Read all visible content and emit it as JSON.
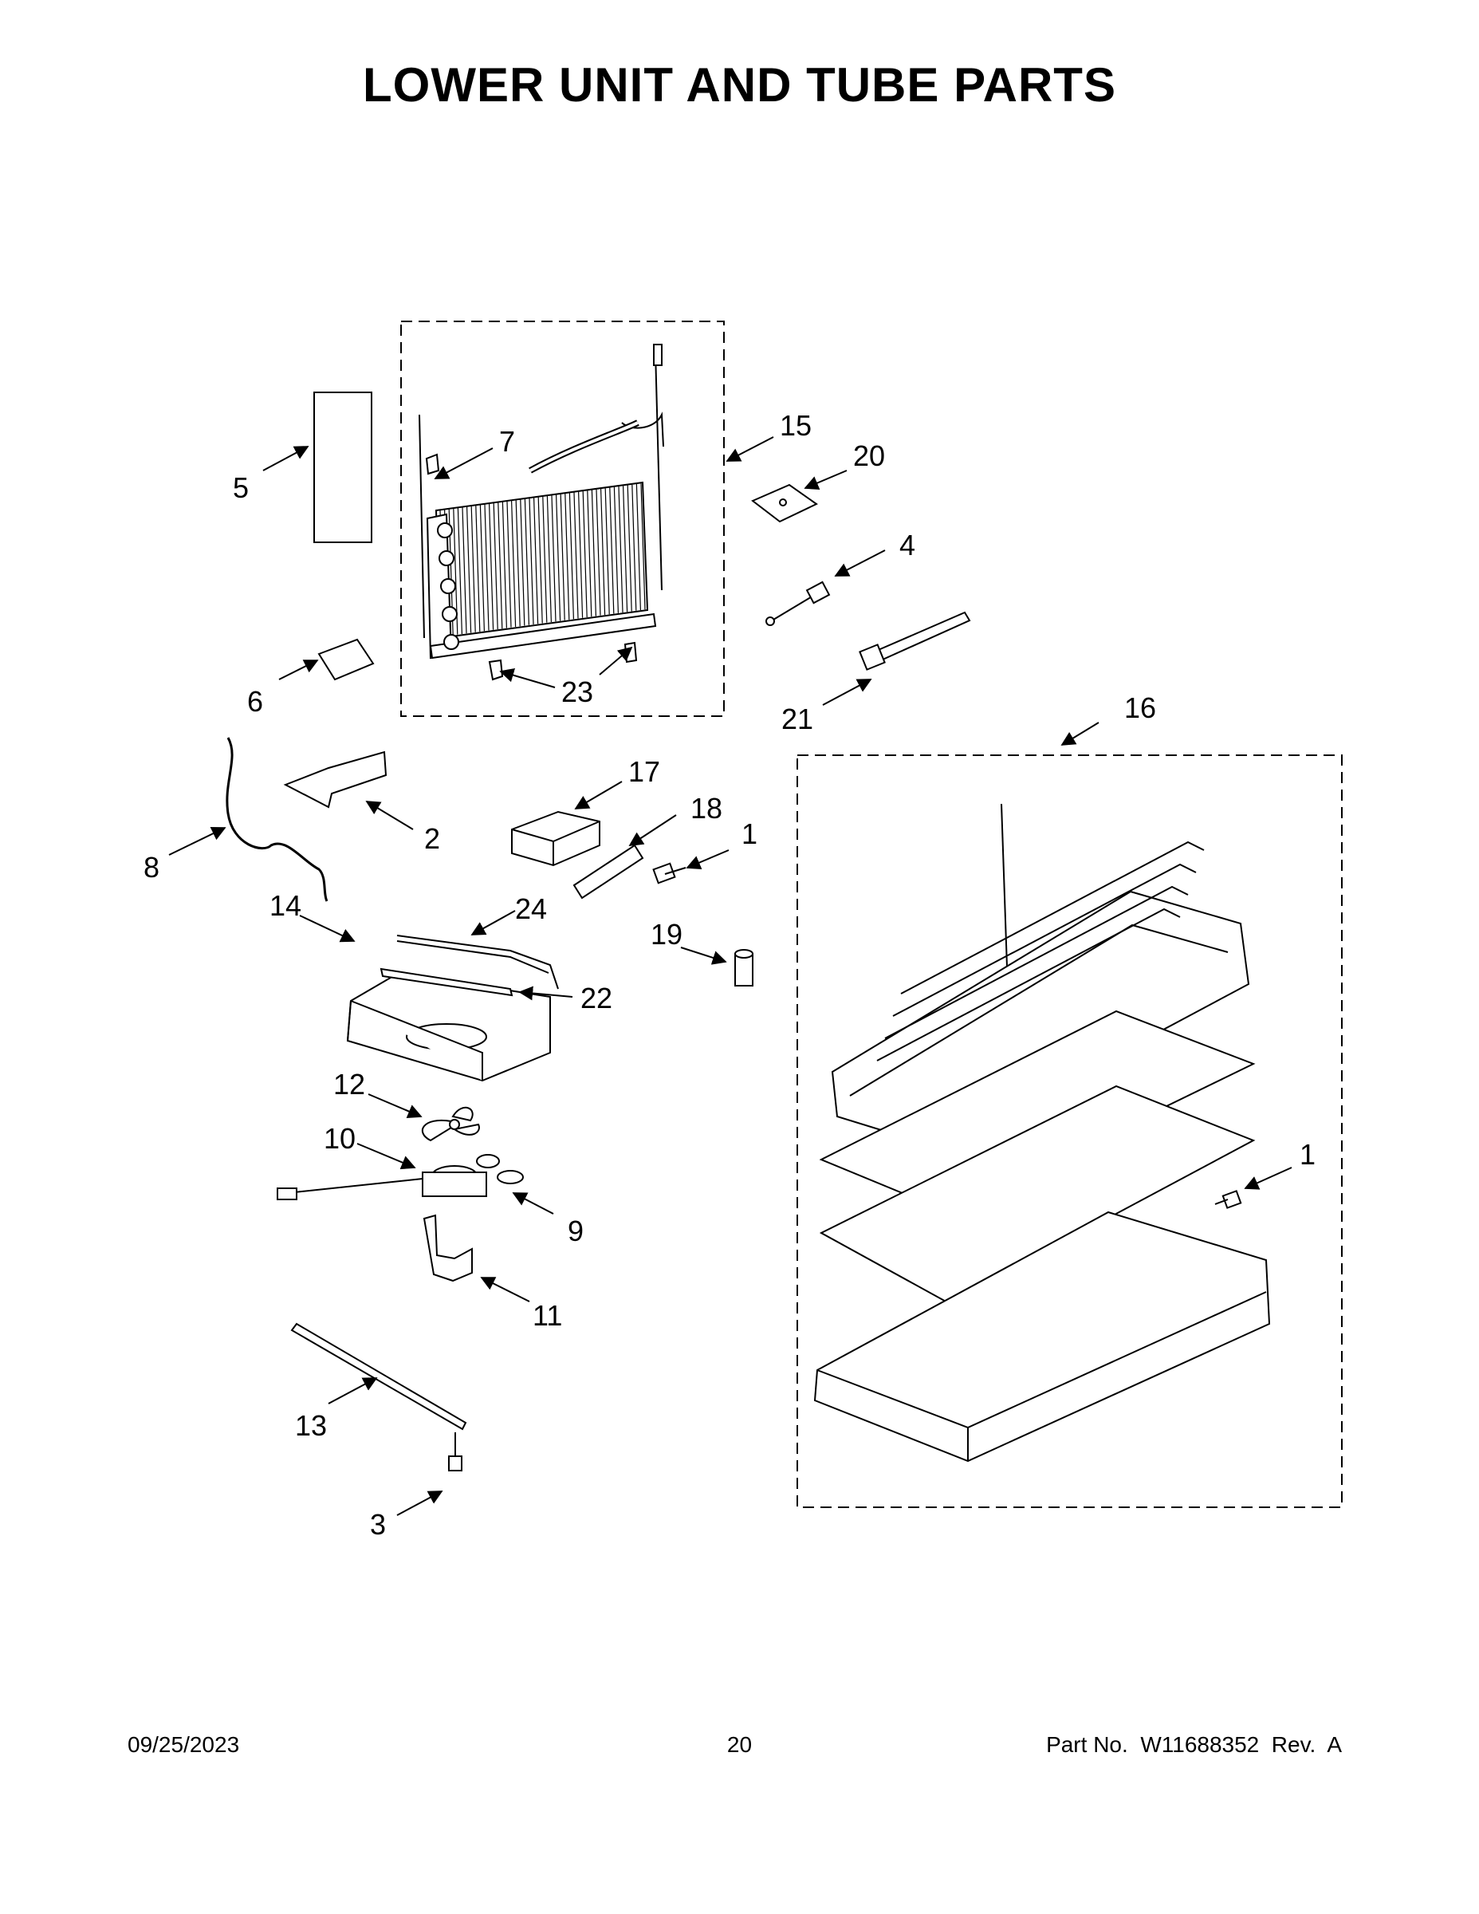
{
  "title": "LOWER UNIT AND TUBE PARTS",
  "callouts": [
    "1",
    "1",
    "2",
    "3",
    "4",
    "5",
    "6",
    "7",
    "8",
    "9",
    "10",
    "11",
    "12",
    "13",
    "14",
    "15",
    "16",
    "17",
    "18",
    "19",
    "20",
    "21",
    "22",
    "23",
    "24"
  ],
  "footer": {
    "date": "09/25/2023",
    "page": "20",
    "part_no": "Part No.  W11688352  Rev.  A"
  }
}
